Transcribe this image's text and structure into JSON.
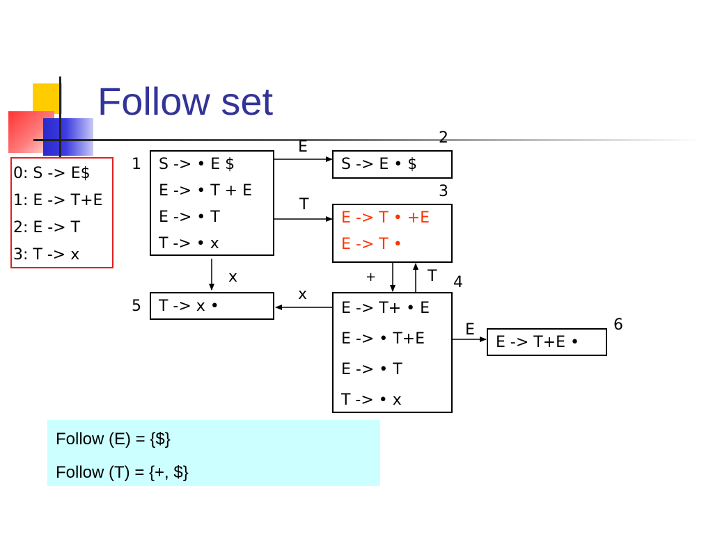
{
  "title": "Follow set",
  "grammar": [
    "0: S -> E$",
    "1: E -> T+E",
    "2: E -> T",
    "3: T -> x"
  ],
  "states": {
    "s1": {
      "number": "1",
      "items": [
        "S -> • E $",
        "E -> • T + E",
        "E -> • T",
        "T -> • x"
      ]
    },
    "s2": {
      "number": "2",
      "items": [
        "S -> E • $"
      ]
    },
    "s3": {
      "number": "3",
      "items": [
        "E -> T • +E",
        "E -> T •"
      ],
      "color": "#ff3300"
    },
    "s4": {
      "number": "4",
      "items": [
        "E -> T+ • E",
        "E -> • T+E",
        "E -> • T",
        "T -> • x"
      ]
    },
    "s5": {
      "number": "5",
      "items": [
        "T -> x •"
      ]
    },
    "s6": {
      "number": "6",
      "items": [
        "E -> T+E •"
      ]
    }
  },
  "transitions": {
    "s1_s2": "E",
    "s1_s3": "T",
    "s1_s5": "x",
    "s3_s4": "+",
    "s4_s3": "T",
    "s4_s5": "x",
    "s4_s6": "E"
  },
  "follow": [
    "Follow (E) = {$}",
    "Follow (T) = {+, $}"
  ],
  "colors": {
    "title": "#333399",
    "highlight": "#ff3300",
    "grammar_border": "#e02020",
    "follow_bg": "#ccffff"
  }
}
